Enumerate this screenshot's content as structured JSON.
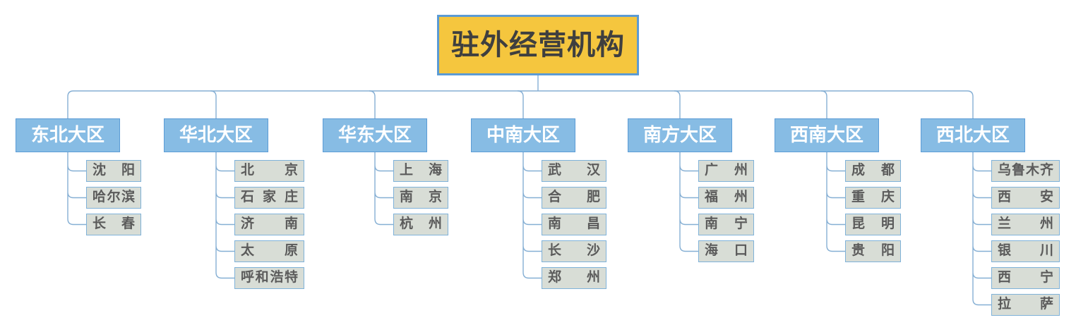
{
  "title": "驻外经营机构",
  "colors": {
    "root_fill": "#F5C63E",
    "root_border": "#5B9BD5",
    "root_text": "#3F3F3F",
    "region_fill": "#87BCE4",
    "region_border": "#5C9CD6",
    "region_text": "#FFFFFF",
    "city_fill": "#D8DDD6",
    "city_border": "#7FB2D9",
    "city_text": "#5B5B5B",
    "connector": "#85AFD4"
  },
  "regions": [
    {
      "name": "东北大区",
      "cities": [
        "沈阳",
        "哈尔滨",
        "长春"
      ]
    },
    {
      "name": "华北大区",
      "cities": [
        "北京",
        "石家庄",
        "济南",
        "太原",
        "呼和浩特"
      ]
    },
    {
      "name": "华东大区",
      "cities": [
        "上海",
        "南京",
        "杭州"
      ]
    },
    {
      "name": "中南大区",
      "cities": [
        "武汉",
        "合肥",
        "南昌",
        "长沙",
        "郑州"
      ]
    },
    {
      "name": "南方大区",
      "cities": [
        "广州",
        "福州",
        "南宁",
        "海口"
      ]
    },
    {
      "name": "西南大区",
      "cities": [
        "成都",
        "重庆",
        "昆明",
        "贵阳"
      ]
    },
    {
      "name": "西北大区",
      "cities": [
        "乌鲁木齐",
        "西安",
        "兰州",
        "银川",
        "西宁",
        "拉萨"
      ]
    }
  ]
}
